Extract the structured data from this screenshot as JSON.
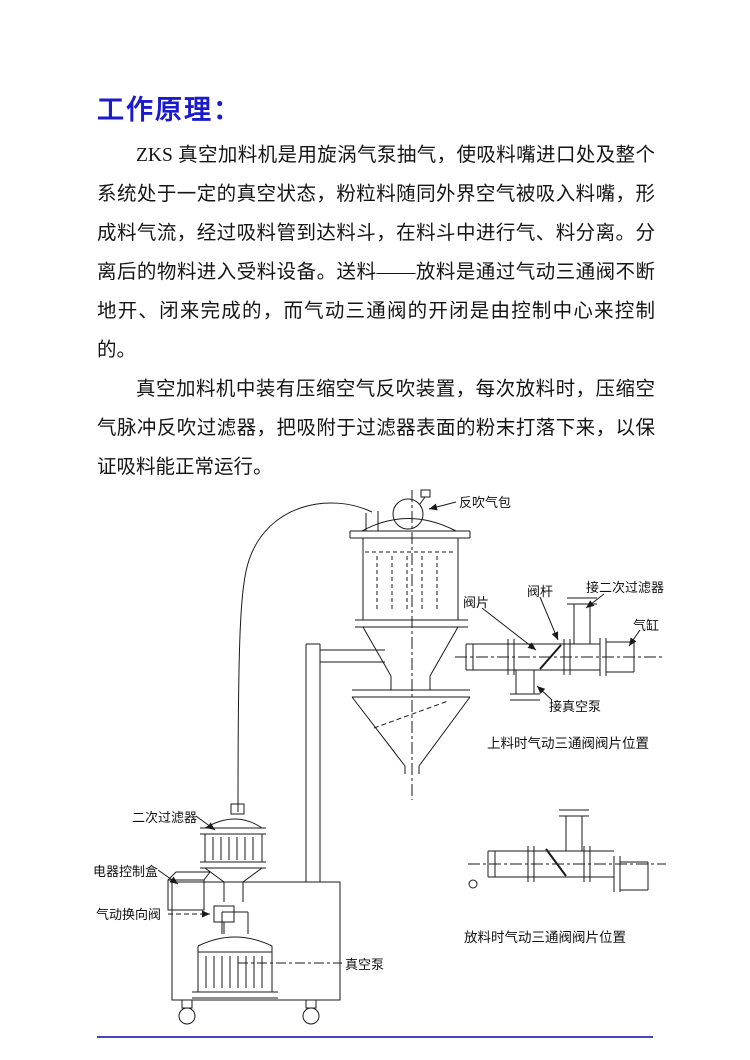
{
  "document": {
    "heading": "工作原理：",
    "paragraphs": [
      "ZKS 真空加料机是用旋涡气泵抽气，使吸料嘴进口处及整个系统处于一定的真空状态，粉粒料随同外界空气被吸入料嘴，形成料气流，经过吸料管到达料斗，在料斗中进行气、料分离。分离后的物料进入受料设备。送料——放料是通过气动三通阀不断地开、闭来完成的，而气动三通阀的开闭是由控制中心来控制的。",
      "真空加料机中装有压缩空气反吹装置，每次放料时，压缩空气脉冲反吹过滤器，把吸附于过滤器表面的粉末打落下来，以保证吸料能正常运行。"
    ]
  },
  "diagram": {
    "labels": {
      "blowback_bag": "反吹气包",
      "valve_plate": "阀片",
      "valve_stem": "阀杆",
      "to_secondary_filter": "接二次过滤器",
      "air_cylinder": "气缸",
      "to_vacuum_pump": "接真空泵",
      "secondary_filter": "二次过滤器",
      "control_box": "电器控制盒",
      "directional_valve": "气动换向阀",
      "vacuum_pump": "真空泵"
    },
    "captions": {
      "loading": "上料时气动三通阀阀片位置",
      "discharging": "放料时气动三通阀阀片位置"
    }
  },
  "colors": {
    "heading_blue": "#1b1bcd",
    "footer_rule_blue": "#4343c8",
    "ink": "#1a1a1a"
  }
}
